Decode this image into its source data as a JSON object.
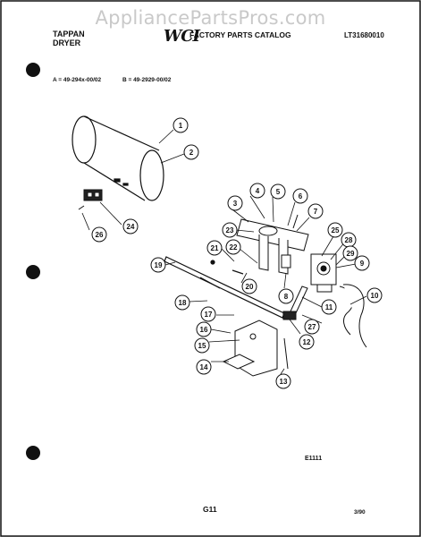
{
  "watermark": "AppliancePartsPros.com",
  "header": {
    "brand_line1": "TAPPAN",
    "brand_line2": "DRYER",
    "logo": "WCI",
    "catalog_title": "FACTORY PARTS CATALOG",
    "catalog_number": "LT31680010"
  },
  "models": {
    "a": "A = 49-294x-00/02",
    "b": "B = 49-2929-00/02"
  },
  "diagram": {
    "callouts": [
      "1",
      "2",
      "3",
      "4",
      "5",
      "6",
      "7",
      "8",
      "9",
      "10",
      "11",
      "12",
      "13",
      "14",
      "15",
      "16",
      "17",
      "18",
      "19",
      "20",
      "21",
      "22",
      "23",
      "24",
      "25",
      "26",
      "27",
      "28",
      "29"
    ],
    "code": "E1111"
  },
  "footer": {
    "page": "G11",
    "date": "3/90"
  }
}
